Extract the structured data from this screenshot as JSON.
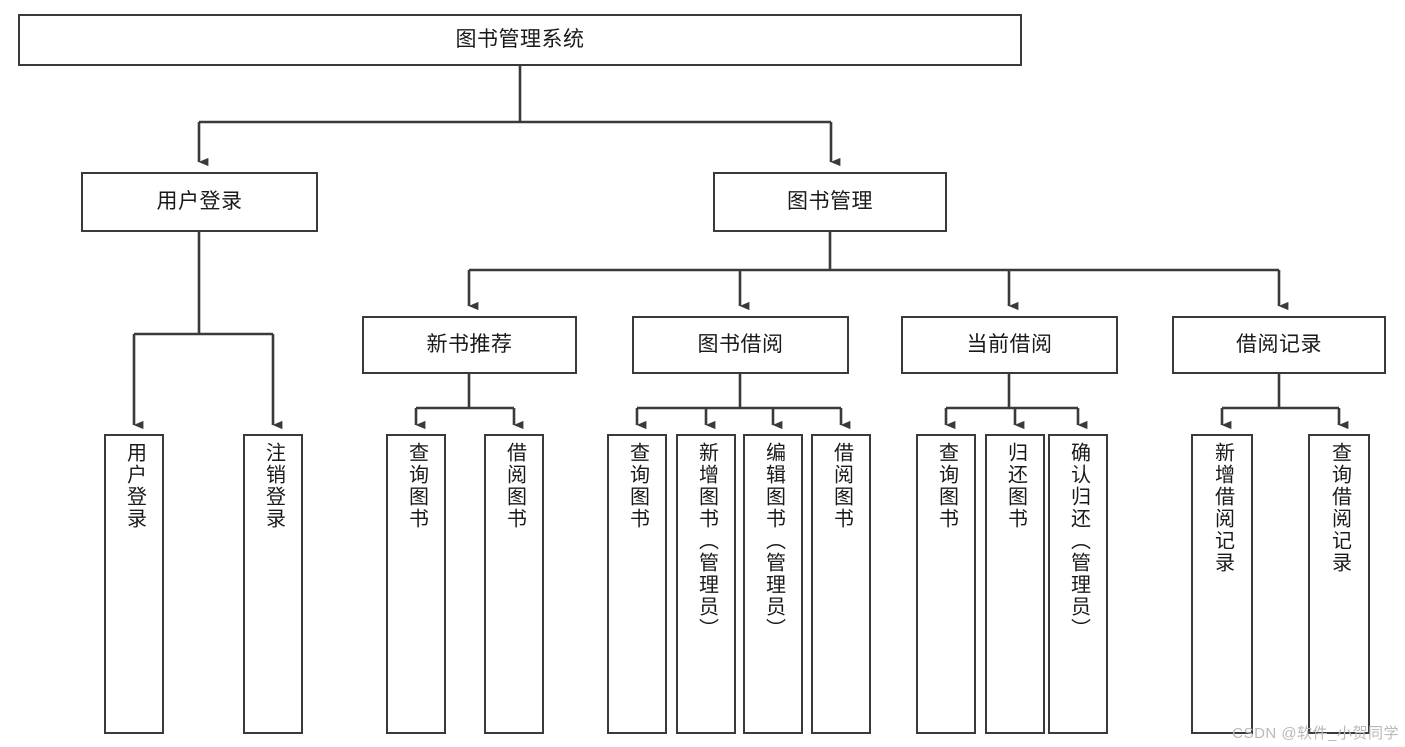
{
  "diagram": {
    "title": "图书管理系统",
    "type": "tree-hierarchy-diagram",
    "line_color": "#3a3a3a",
    "box_fill": "#ffffff",
    "text_color": "#1a1a1a",
    "watermark": "CSDN @软件_小贺同学",
    "nodes": {
      "root": {
        "label": "图书管理系统"
      },
      "level2": [
        {
          "label": "用户登录"
        },
        {
          "label": "图书管理"
        }
      ],
      "level3": [
        {
          "label": "新书推荐"
        },
        {
          "label": "图书借阅"
        },
        {
          "label": "当前借阅"
        },
        {
          "label": "借阅记录"
        }
      ],
      "leaves": {
        "user_login": [
          {
            "label": "用户登录"
          },
          {
            "label": "注销登录"
          }
        ],
        "new_book_recommend": [
          {
            "label": "查询图书"
          },
          {
            "label": "借阅图书"
          }
        ],
        "book_borrow": [
          {
            "label": "查询图书"
          },
          {
            "label": "新增图书（管理员）"
          },
          {
            "label": "编辑图书（管理员）"
          },
          {
            "label": "借阅图书"
          }
        ],
        "current_borrow": [
          {
            "label": "查询图书"
          },
          {
            "label": "归还图书"
          },
          {
            "label": "确认归还（管理员）"
          }
        ],
        "borrow_record": [
          {
            "label": "新增借阅记录"
          },
          {
            "label": "查询借阅记录"
          }
        ]
      }
    }
  }
}
